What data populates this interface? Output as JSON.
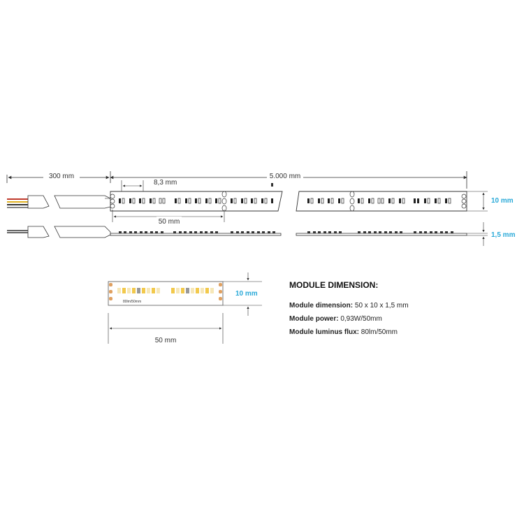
{
  "labels": {
    "cable_length": "300 mm",
    "strip_length": "5.000 mm",
    "pitch": "8,3 mm",
    "module_length": "50 mm",
    "strip_width": "10 mm",
    "strip_thickness": "1,5 mm",
    "module_width": "10 mm",
    "module_bottom_length": "50 mm",
    "module_print": "80lm/50mm"
  },
  "module": {
    "title": "MODULE DIMENSION:",
    "specs": [
      {
        "key": "Module dimension:",
        "value": " 50 x 10 x 1,5 mm"
      },
      {
        "key": "Module power:",
        "value": " 0,93W/50mm"
      },
      {
        "key": "Module luminus flux:",
        "value": " 80lm/50mm"
      }
    ]
  },
  "colors": {
    "accent": "#29a9d8",
    "line": "#333333",
    "led_warm": "#f2c94c",
    "led_cold": "#f6e7b8",
    "pad": "#e0a060"
  }
}
